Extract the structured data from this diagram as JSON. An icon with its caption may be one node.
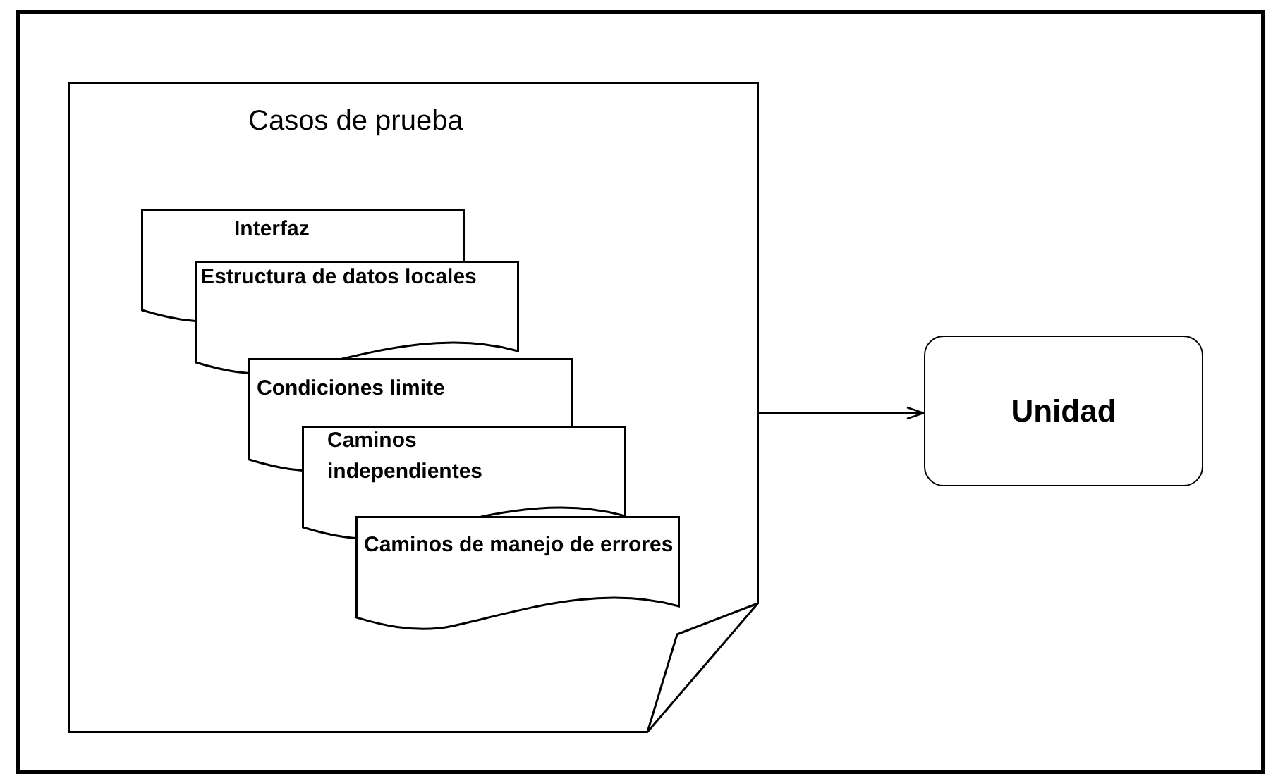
{
  "diagram": {
    "nodes": [
      {
        "text": [
          "Casos de prueba"
        ]
      },
      {
        "text": [
          "Interfaz"
        ],
        "in": 0
      },
      {
        "text": [
          "Estructura de datos locales"
        ],
        "in": 0
      },
      {
        "text": [
          "Condiciones limite"
        ],
        "in": 0
      },
      {
        "text": [
          "Caminos independientes"
        ],
        "in": 0
      },
      {
        "text": [
          "Caminos de manejo de errores"
        ],
        "in": 0
      },
      {
        "text": [
          "Unidad"
        ]
      }
    ],
    "edges": [
      {
        "from": 0,
        "to": 6,
        "arrow": "to"
      }
    ]
  }
}
